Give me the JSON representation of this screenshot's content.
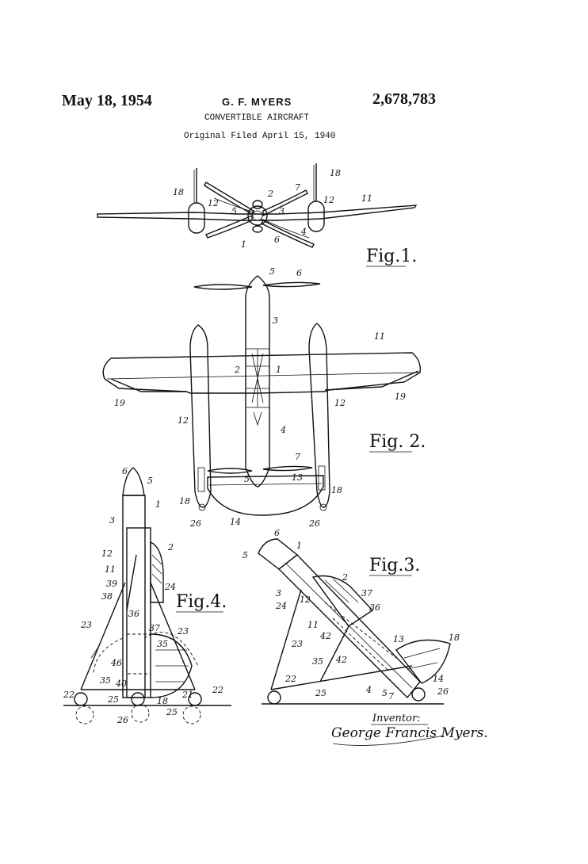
{
  "header": {
    "date": "May 18, 1954",
    "inventor": "G. F. MYERS",
    "patent_number": "2,678,783",
    "title": "CONVERTIBLE AIRCRAFT",
    "filed": "Original Filed April 15, 1940"
  },
  "figures": {
    "fig1": "Fig.1.",
    "fig2": "Fig. 2.",
    "fig3": "Fig.3.",
    "fig4": "Fig.4."
  },
  "signature": {
    "caption": "Inventor:",
    "name": "George Francis Myers."
  },
  "reference_numerals": {
    "fig1": [
      "18",
      "12",
      "2",
      "7",
      "18",
      "12",
      "11",
      "5",
      "3",
      "1",
      "6",
      "4"
    ],
    "fig2": [
      "5",
      "6",
      "3",
      "11",
      "2",
      "1",
      "19",
      "19",
      "12",
      "12",
      "4",
      "7",
      "5",
      "13",
      "18",
      "18",
      "14",
      "26",
      "26"
    ],
    "fig3": [
      "6",
      "1",
      "5",
      "2",
      "37",
      "3",
      "36",
      "24",
      "12",
      "11",
      "42",
      "18",
      "13",
      "23",
      "35",
      "42",
      "22",
      "25",
      "4",
      "5",
      "7",
      "14",
      "26"
    ],
    "fig4": [
      "6",
      "5",
      "1",
      "3",
      "2",
      "12",
      "11",
      "39",
      "24",
      "38",
      "36",
      "37",
      "23",
      "23",
      "35",
      "46",
      "35",
      "40",
      "22",
      "25",
      "26",
      "18",
      "25",
      "21",
      "22"
    ]
  }
}
